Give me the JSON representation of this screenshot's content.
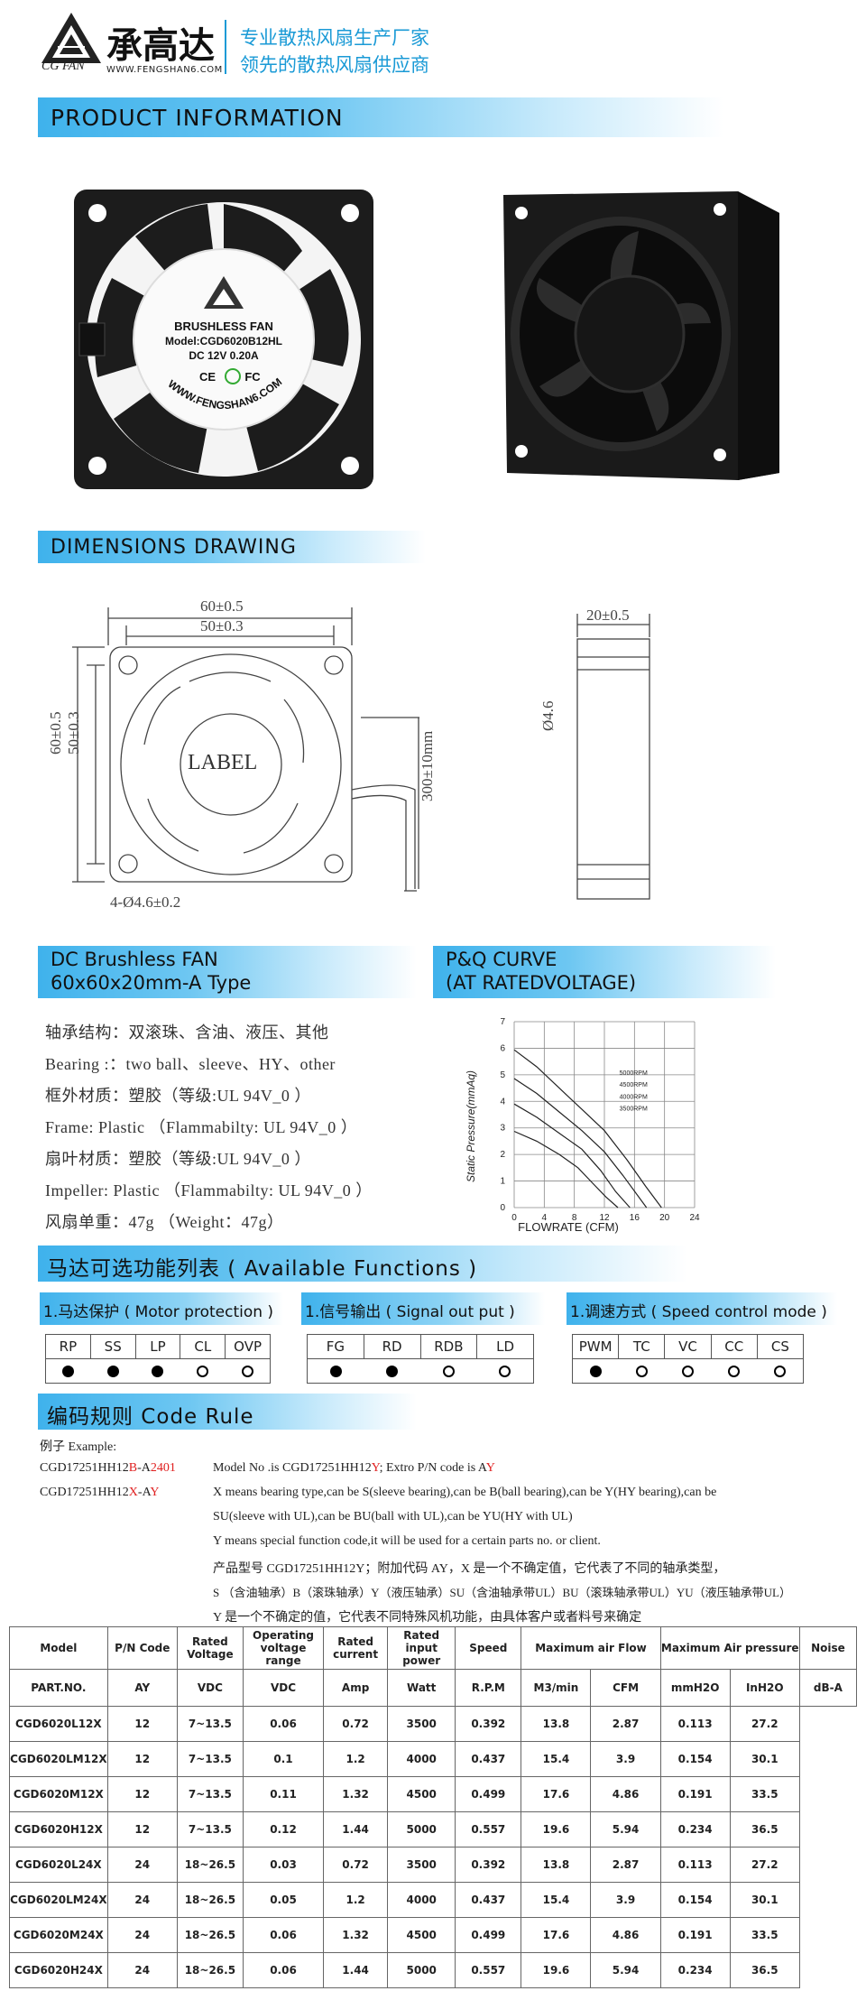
{
  "header": {
    "brand_cn": "承高达",
    "brand_sub": "CG FAN",
    "website": "WWW.FENGSHAN6.COM",
    "slogan1": "专业散热风扇生产厂家",
    "slogan2": "领先的散热风扇供应商",
    "accent_color": "#1a9ad6"
  },
  "product_info": {
    "banner": "PRODUCT  INFORMATION",
    "label_line1": "BRUSHLESS FAN",
    "label_line2": "Model:CGD6020B12HL",
    "label_line3": "DC 12V   0.20A",
    "label_line4": "WWW.FENGSHAN6.COM"
  },
  "dimensions": {
    "banner": "DIMENSIONS  DRAWING",
    "width_outer": "60±0.5",
    "width_inner": "50±0.3",
    "height_outer": "60±0.5",
    "height_inner": "50±0.3",
    "hole": "4-Ø4.6±0.2",
    "label": "LABEL",
    "lead": "300±10mm",
    "thickness": "20±0.5",
    "side_hole": "Ø4.6"
  },
  "dc_fan": {
    "banner_line1": "DC  Brushless  FAN",
    "banner_line2": "60x60x20mm-A  Type",
    "specs": [
      "轴承结构：双滚珠、含油、液压、其他",
      "Bearing :：two  ball、sleeve、HY、other",
      "框外材质：塑胶（等级:UL 94V_0 ）",
      "Frame: Plastic （Flammabilty: UL 94V_0 ）",
      "扇叶材质：塑胶（等级:UL 94V_0 ）",
      "Impeller: Plastic  （Flammabilty: UL 94V_0 ）",
      "风扇单重：47g （Weight：47g）"
    ]
  },
  "pq_curve": {
    "banner_line1": "P&Q  CURVE",
    "banner_line2": "(AT  RATEDVOLTAGE)",
    "chart_data": {
      "type": "line",
      "xlabel": "FLOWRATE (CFM)",
      "ylabel": "Static Pressure(mmAq)",
      "xlim": [
        0,
        24
      ],
      "ylim": [
        0,
        7
      ],
      "x_ticks": [
        "0",
        "4",
        "8",
        "12",
        "16",
        "20",
        "24"
      ],
      "y_ticks": [
        "0",
        "1",
        "2",
        "3",
        "4",
        "5",
        "6",
        "7"
      ],
      "grid": true,
      "series": [
        {
          "name": "5000RPM",
          "x": [
            0,
            3,
            6,
            9,
            12,
            15,
            17.5,
            19.6
          ],
          "y": [
            5.94,
            5.3,
            4.5,
            3.7,
            2.9,
            1.8,
            0.8,
            0
          ]
        },
        {
          "name": "4500RPM",
          "x": [
            0,
            3,
            6,
            9,
            12,
            14.5,
            17.6
          ],
          "y": [
            4.86,
            4.3,
            3.6,
            2.9,
            2.1,
            1.2,
            0
          ]
        },
        {
          "name": "4000RPM",
          "x": [
            0,
            3,
            6,
            9,
            11.5,
            13.5,
            15.4
          ],
          "y": [
            3.9,
            3.4,
            2.8,
            2.2,
            1.4,
            0.6,
            0
          ]
        },
        {
          "name": "3500RPM",
          "x": [
            0,
            3,
            6,
            8.5,
            10.5,
            12.2,
            13.8
          ],
          "y": [
            2.87,
            2.5,
            2.0,
            1.5,
            0.9,
            0.4,
            0
          ]
        }
      ]
    }
  },
  "functions": {
    "banner": "马达可选功能列表 ( Available  Functions )",
    "groups": [
      {
        "title": "1.马达保护 ( Motor  protection )",
        "items": [
          "RP",
          "SS",
          "LP",
          "CL",
          "OVP"
        ],
        "dots": [
          "filled",
          "filled",
          "filled",
          "open",
          "open"
        ]
      },
      {
        "title": "1.信号输出 ( Signal   out  put )",
        "items": [
          "FG",
          "RD",
          "RDB",
          "LD"
        ],
        "dots": [
          "filled",
          "filled",
          "open",
          "open"
        ]
      },
      {
        "title": "1.调速方式 ( Speed  control mode )",
        "items": [
          "PWM",
          "TC",
          "VC",
          "CC",
          "CS"
        ],
        "dots": [
          "filled",
          "open",
          "open",
          "open",
          "open"
        ]
      }
    ]
  },
  "code_rule": {
    "banner": "编码规则 Code  Rule",
    "example_label": "例子 Example:",
    "code1_a": "CGD17251HH12",
    "code1_b": "B",
    "code1_c": "-A",
    "code1_d": "2401",
    "model_text_a": "Model  No .is  CGD17251HH12",
    "model_text_b": "Y",
    "model_text_c": "; Extro  P/N  code  is  A",
    "model_text_d": "Y",
    "code2_a": "CGD17251HH12",
    "code2_b": "X",
    "code2_c": "-A",
    "code2_d": "Y",
    "lines": [
      "X  means bearing type,can be S(sleeve bearing),can be B(ball bearing),can be Y(HY bearing),can be",
      "SU(sleeve with UL),can be BU(ball with UL),can be YU(HY with UL)",
      "Y  means special function code,it will be used for a certain parts no. or client.",
      "产品型号 CGD17251HH12Y；附加代码 AY，X 是一个不确定值，它代表了不同的轴承类型，",
      "S （含油轴承）B（滚珠轴承）Y（液压轴承）SU（含油轴承带UL）BU（滚珠轴承带UL）YU（液压轴承带UL）",
      "Y 是一个不确定的值，它代表不同特殊风机功能，由具体客户或者料号来确定"
    ]
  },
  "table": {
    "header1": [
      "Model",
      "P/N Code",
      "Rated Voltage",
      "Operating voltage range",
      "Rated current",
      "Rated input power",
      "Speed",
      "Maximum          air Flow",
      "Maximum                      Air pressure",
      "Noise"
    ],
    "header2": [
      "PART.NO.",
      "VDC",
      "VDC",
      "Amp",
      "Watt",
      "R.P.M",
      "M3/min",
      "CFM",
      "mmH2O",
      "InH2O",
      "dB-A"
    ],
    "pn_code": "AY",
    "rows": [
      [
        "CGD6020L12X",
        "12",
        "7~13.5",
        "0.06",
        "0.72",
        "3500",
        "0.392",
        "13.8",
        "2.87",
        "0.113",
        "27.2"
      ],
      [
        "CGD6020LM12X",
        "12",
        "7~13.5",
        "0.1",
        "1.2",
        "4000",
        "0.437",
        "15.4",
        "3.9",
        "0.154",
        "30.1"
      ],
      [
        "CGD6020M12X",
        "12",
        "7~13.5",
        "0.11",
        "1.32",
        "4500",
        "0.499",
        "17.6",
        "4.86",
        "0.191",
        "33.5"
      ],
      [
        "CGD6020H12X",
        "12",
        "7~13.5",
        "0.12",
        "1.44",
        "5000",
        "0.557",
        "19.6",
        "5.94",
        "0.234",
        "36.5"
      ],
      [
        "CGD6020L24X",
        "24",
        "18~26.5",
        "0.03",
        "0.72",
        "3500",
        "0.392",
        "13.8",
        "2.87",
        "0.113",
        "27.2"
      ],
      [
        "CGD6020LM24X",
        "24",
        "18~26.5",
        "0.05",
        "1.2",
        "4000",
        "0.437",
        "15.4",
        "3.9",
        "0.154",
        "30.1"
      ],
      [
        "CGD6020M24X",
        "24",
        "18~26.5",
        "0.06",
        "1.32",
        "4500",
        "0.499",
        "17.6",
        "4.86",
        "0.191",
        "33.5"
      ],
      [
        "CGD6020H24X",
        "24",
        "18~26.5",
        "0.06",
        "1.44",
        "5000",
        "0.557",
        "19.6",
        "5.94",
        "0.234",
        "36.5"
      ]
    ]
  }
}
